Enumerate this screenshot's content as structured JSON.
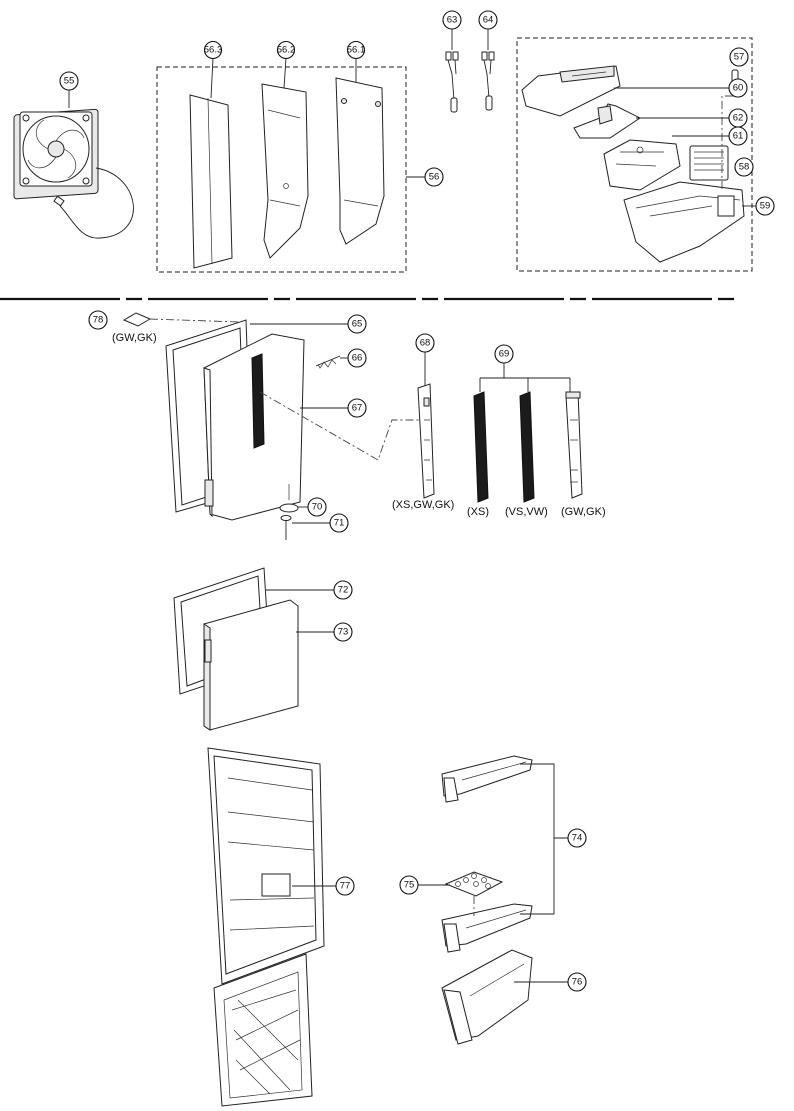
{
  "callouts": {
    "c55": "55",
    "c56": "56",
    "c56_1": "56.1",
    "c56_2": "56.2",
    "c56_3": "56.3",
    "c57": "57",
    "c58": "58",
    "c59": "59",
    "c60": "60",
    "c61": "61",
    "c62": "62",
    "c63": "63",
    "c64": "64",
    "c65": "65",
    "c66": "66",
    "c67": "67",
    "c68": "68",
    "c69": "69",
    "c70": "70",
    "c71": "71",
    "c72": "72",
    "c73": "73",
    "c74": "74",
    "c75": "75",
    "c76": "76",
    "c77": "77",
    "c78": "78"
  },
  "variants": {
    "v78": "(GW,GK)",
    "v68": "(XS,GW,GK)",
    "v69a": "(XS)",
    "v69b": "(VS,VW)",
    "v69c": "(GW,GK)"
  }
}
